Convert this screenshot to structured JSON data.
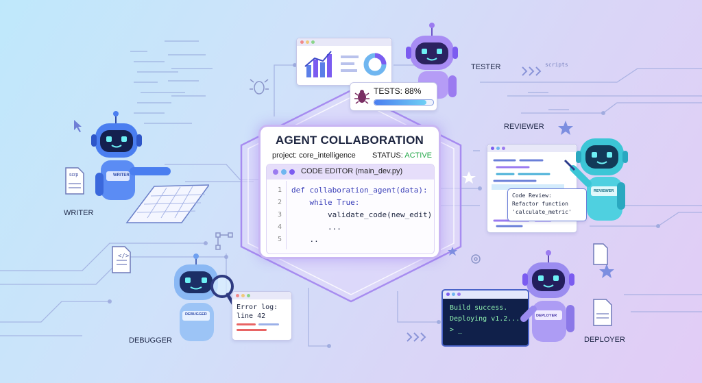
{
  "main_panel": {
    "title": "AGENT COLLABORATION",
    "project": "project: core_intelligence",
    "status_label": "STATUS:",
    "status_value": "ACTIVE",
    "editor_title": "CODE EDITOR (main_dev.py)",
    "code_lines": [
      {
        "num": "1",
        "text": "def collaboration_agent(data):"
      },
      {
        "num": "2",
        "text": "    while True:"
      },
      {
        "num": "3",
        "text": "        validate_code(new_edit)"
      },
      {
        "num": "4",
        "text": "        ..."
      },
      {
        "num": "5",
        "text": "    .."
      }
    ]
  },
  "agents": {
    "writer": {
      "label": "WRITER",
      "badge": "WRITER",
      "doc_label": "scrp"
    },
    "tester": {
      "label": "TESTER",
      "tests_text": "TESTS: 88%",
      "progress": 0.88
    },
    "reviewer": {
      "label": "REVIEWER",
      "badge": "REVIEWER",
      "note_lines": [
        "Code Review:",
        "Refactor function",
        "'calculate_metric'"
      ]
    },
    "debugger": {
      "label": "DEBUGGER",
      "badge": "DEBUGGER",
      "error_lines": [
        "Error log:",
        "line 42"
      ]
    },
    "deployer": {
      "label": "DEPLOYER",
      "badge": "DEPLOYER",
      "terminal_lines": [
        "Build success.",
        "Deploying v1.2...",
        "> _"
      ]
    }
  },
  "decor": {
    "scripts_label": "scripts"
  },
  "colors": {
    "accent": "#7b5cf0",
    "robot_blue": "#4a7ef0",
    "robot_purple": "#9b7bf0",
    "robot_teal": "#3cc6d6",
    "status_green": "#25a84a"
  }
}
